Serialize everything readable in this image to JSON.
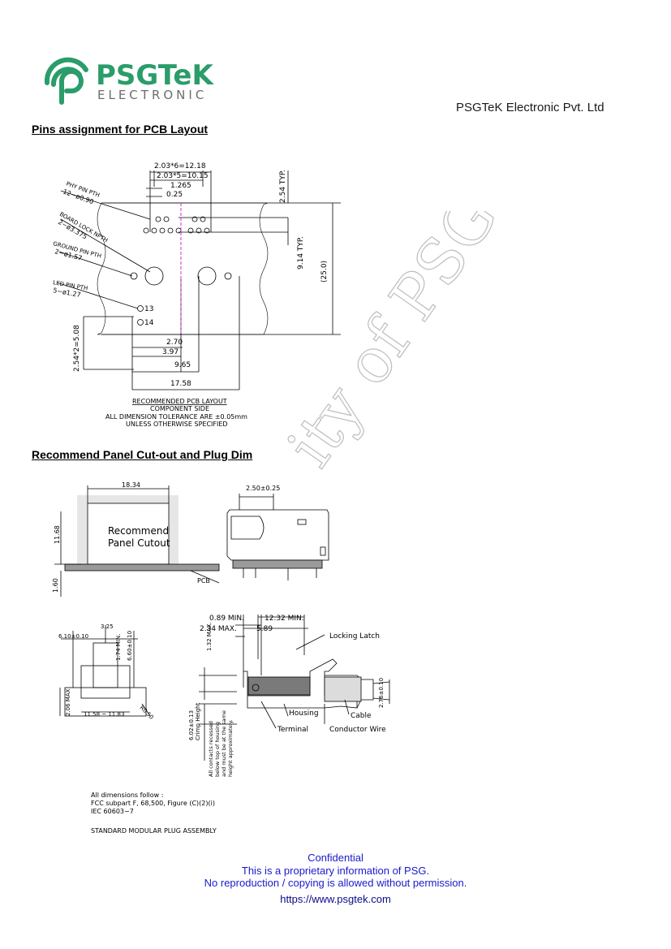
{
  "header": {
    "logo_name": "PSGTeK",
    "logo_sub": "ELECTRONIC",
    "company": "PSGTeK Electronic Pvt. Ltd",
    "brand_green": "#2a9d6a"
  },
  "sections": {
    "pcb_title": "Pins assignment for PCB Layout",
    "panel_title": "Recommend Panel Cut-out and Plug Dim"
  },
  "watermark": "ity of PSG",
  "pcb": {
    "dim_top1": "2.03*6=12.18",
    "dim_top2": "2.03*5=10.15",
    "dim_top3": "1.265",
    "dim_top4": "0.25",
    "dim_right1": "2.54 TYP.",
    "dim_right2": "9.14 TYP.",
    "dim_right3": "(25.0)",
    "phy_pin": "PHY PIN PTH",
    "phy_pin_dim": "12−ø0.90",
    "board_lock": "BOARD LOCK NPTH",
    "board_lock_dim": "2−ø3.375",
    "ground_pin": "GROUND PIN PTH",
    "ground_pin_dim": "2−ø1.57",
    "led_pin": "LED PIN PTH",
    "led_pin_dim": "5−ø1.27",
    "pin13": "13",
    "pin14": "14",
    "dim_left": "2.54*2=5.08",
    "dim_b1": "2.70",
    "dim_b2": "3.97",
    "dim_b3": "9.65",
    "dim_b4": "17.58",
    "note1": "RECOMMENDED  PCB  LAYOUT",
    "note2": "COMPONENT  SIDE",
    "note3": "ALL  DIMENSION  TOLERANCE  ARE  ±0.05mm",
    "note4": "UNLESS  OTHERWISE  SPECIFIED"
  },
  "panel": {
    "width": "18.34",
    "height": "11.68",
    "pcb_thk": "1.60",
    "label1": "Recommend",
    "label2": "Panel Cutout",
    "pcb": "PCB",
    "side_dim": "2.50±0.25"
  },
  "plug": {
    "d1": "3.25",
    "d2": "6.10±0.10",
    "d3": "1.74 MIN.",
    "d4": "6.60±0.10",
    "d5": "2.06 MAX",
    "d6": "11.58 ~ 11.83",
    "d7": "R0.50",
    "s1": "0.89 MIN.",
    "s2": "12.32 MIN.",
    "s3": "2.34 MAX.",
    "s4": "5.89",
    "s5": "1.32 MAX.",
    "s6": "6.02±0.13",
    "s6b": "Crimp Height",
    "s7": "2.76±0.10",
    "latch": "Locking Latch",
    "housing": "Housing",
    "cable": "Cable",
    "terminal": "Terminal",
    "conductor": "Conductor Wire",
    "recess1": "All contacts recessed",
    "recess2": "below top of housing",
    "recess3": "and must be at the same",
    "recess4": "height approximately.",
    "note1": "All  dimensions  follow :",
    "note2": "FCC  subpart  F,  68,500,  Figure  (C)(2)(i)",
    "note3": "IEC  60603−7",
    "note4": "STANDARD  MODULAR  PLUG  ASSEMBLY"
  },
  "footer": {
    "line1": "Confidential",
    "line2": "This is a proprietary information of PSG.",
    "line3": "No reproduction / copying is allowed without permission.",
    "line4": "https://www.psgtek.com"
  }
}
